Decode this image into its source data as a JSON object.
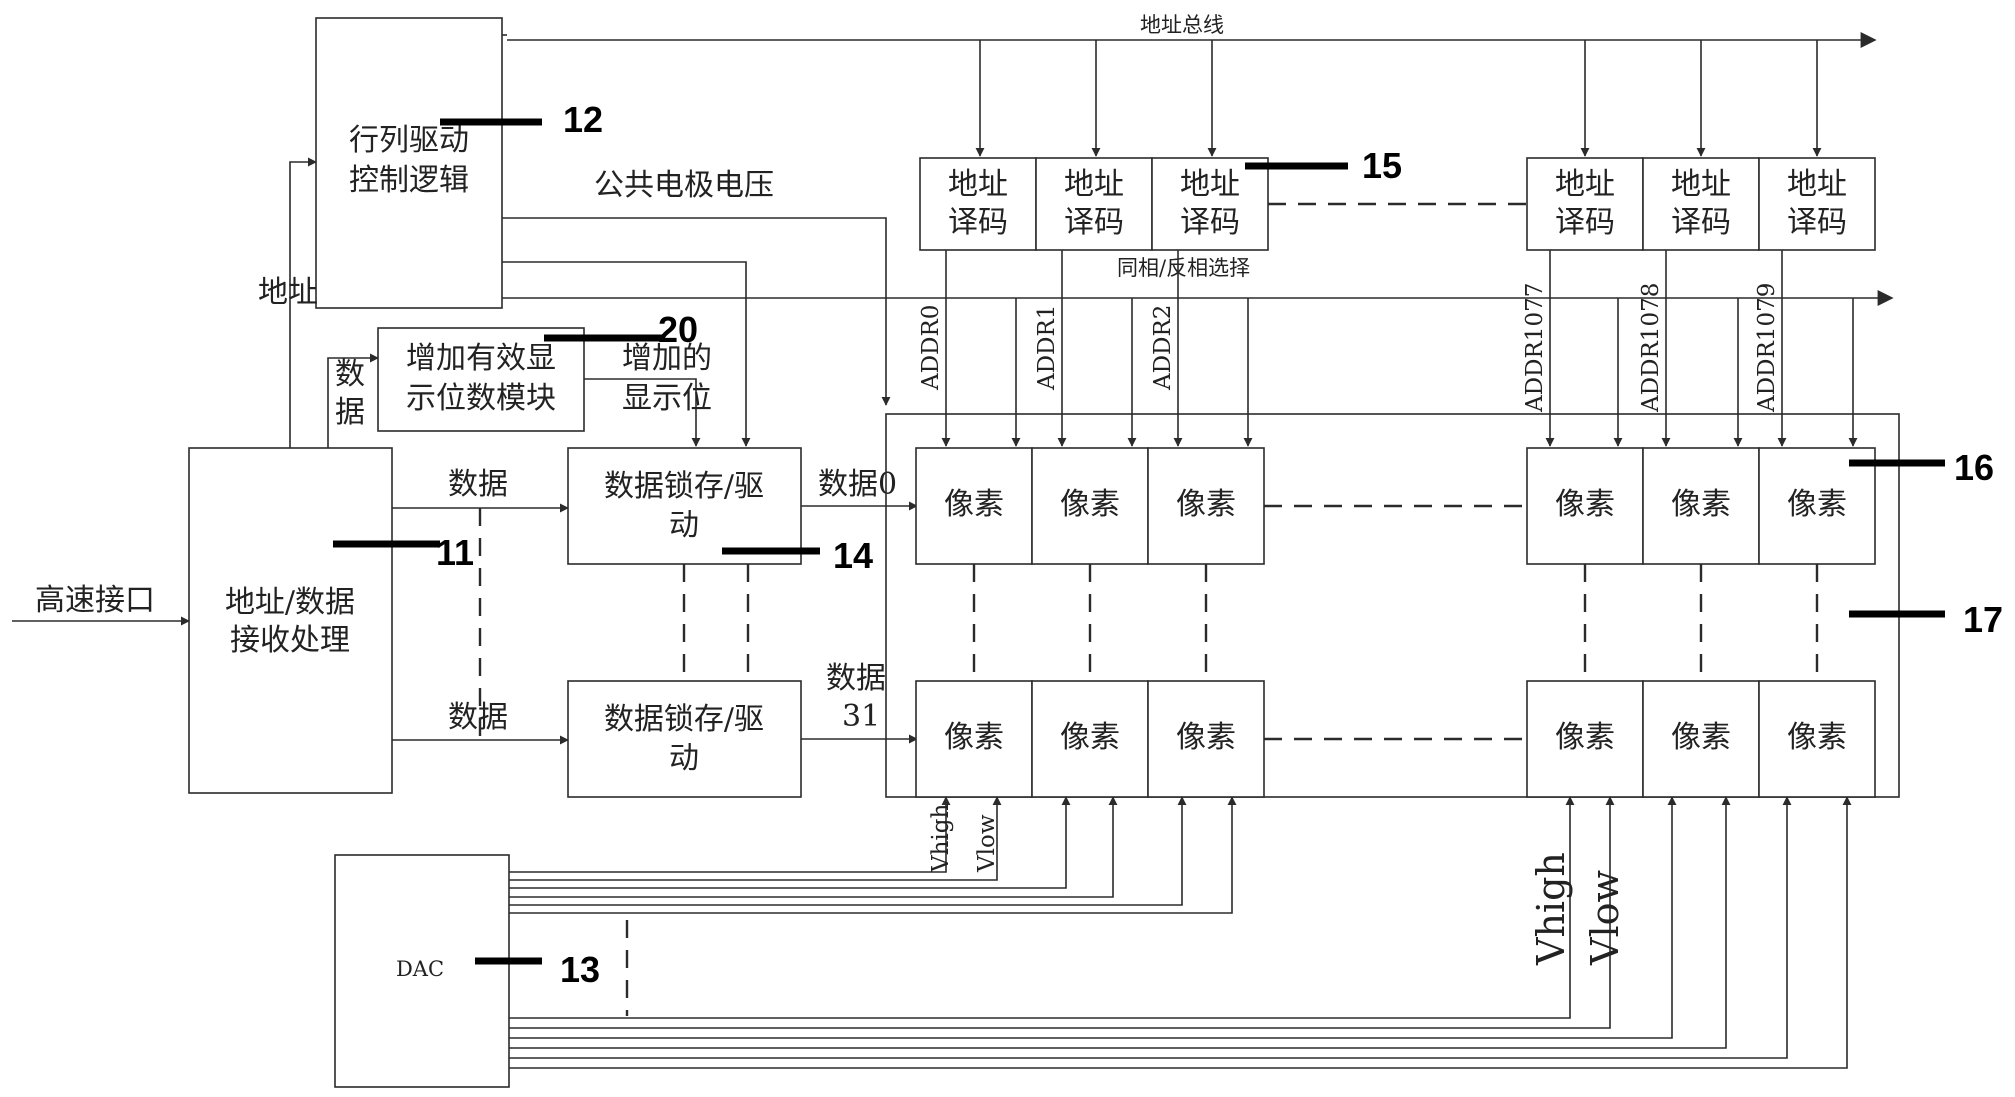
{
  "blocks": {
    "row_col_driver": [
      "行列驱动",
      "控制逻辑"
    ],
    "extra_bits_module": [
      "增加有效显",
      "示位数模块"
    ],
    "addr_data_rx": [
      "地址/数据",
      "接收处理"
    ],
    "data_latch_top": [
      "数据锁存/驱",
      "动"
    ],
    "data_latch_bottom": [
      "数据锁存/驱",
      "动"
    ],
    "decoder": [
      "地址",
      "译码"
    ],
    "pixel": "像素",
    "dac": "DAC"
  },
  "labels": {
    "address_bus": "地址总线",
    "common_electrode_voltage": "公共电极电压",
    "in_phase_select": "同相/反相选择",
    "address": "地址",
    "data": "数据",
    "data_vertical": [
      "数",
      "据"
    ],
    "added_bits": [
      "增加的",
      "显示位"
    ],
    "high_speed_interface": "高速接口",
    "data0": "数据0",
    "data31": [
      "数据",
      "31"
    ],
    "addr0": "ADDR0",
    "addr1": "ADDR1",
    "addr2": "ADDR2",
    "addr1077": "ADDR1077",
    "addr1078": "ADDR1078",
    "addr1079": "ADDR1079",
    "vhigh": "Vhigh",
    "vlow": "Vlow"
  },
  "refs": {
    "r11": "11",
    "r12": "12",
    "r13": "13",
    "r14": "14",
    "r15": "15",
    "r16": "16",
    "r17": "17",
    "r20": "20"
  }
}
